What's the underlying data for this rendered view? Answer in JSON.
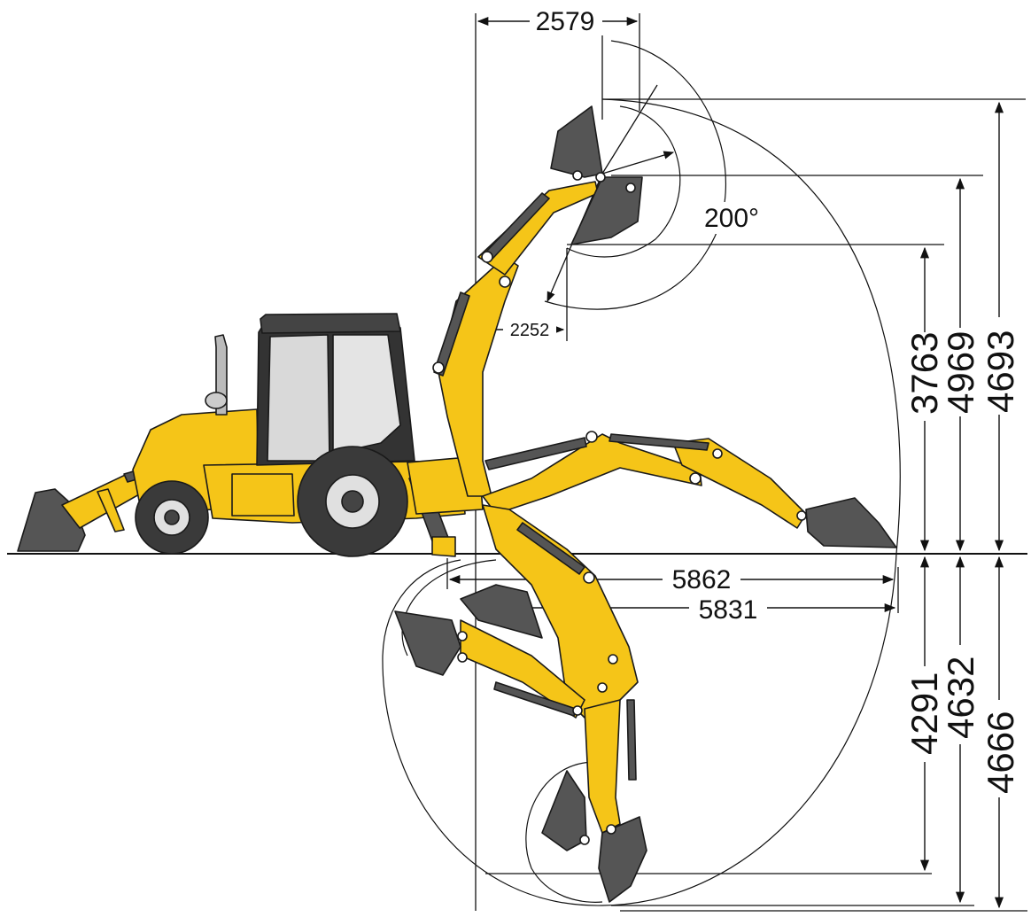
{
  "colors": {
    "machine_yellow": "#F5C518",
    "machine_outline": "#1a1a1a",
    "dark_parts": "#555555",
    "tire": "#3a3a3a",
    "glass": "#d9d9d9",
    "ground": "#111111"
  },
  "dimensions": {
    "top_width": "2579",
    "rotation_angle": "200°",
    "small_reach": "2252",
    "reach_5862": "5862",
    "reach_5831": "5831",
    "height_3763": "3763",
    "height_4969": "4969",
    "height_4693": "4693",
    "depth_4291": "4291",
    "depth_4632": "4632",
    "depth_4666": "4666"
  }
}
